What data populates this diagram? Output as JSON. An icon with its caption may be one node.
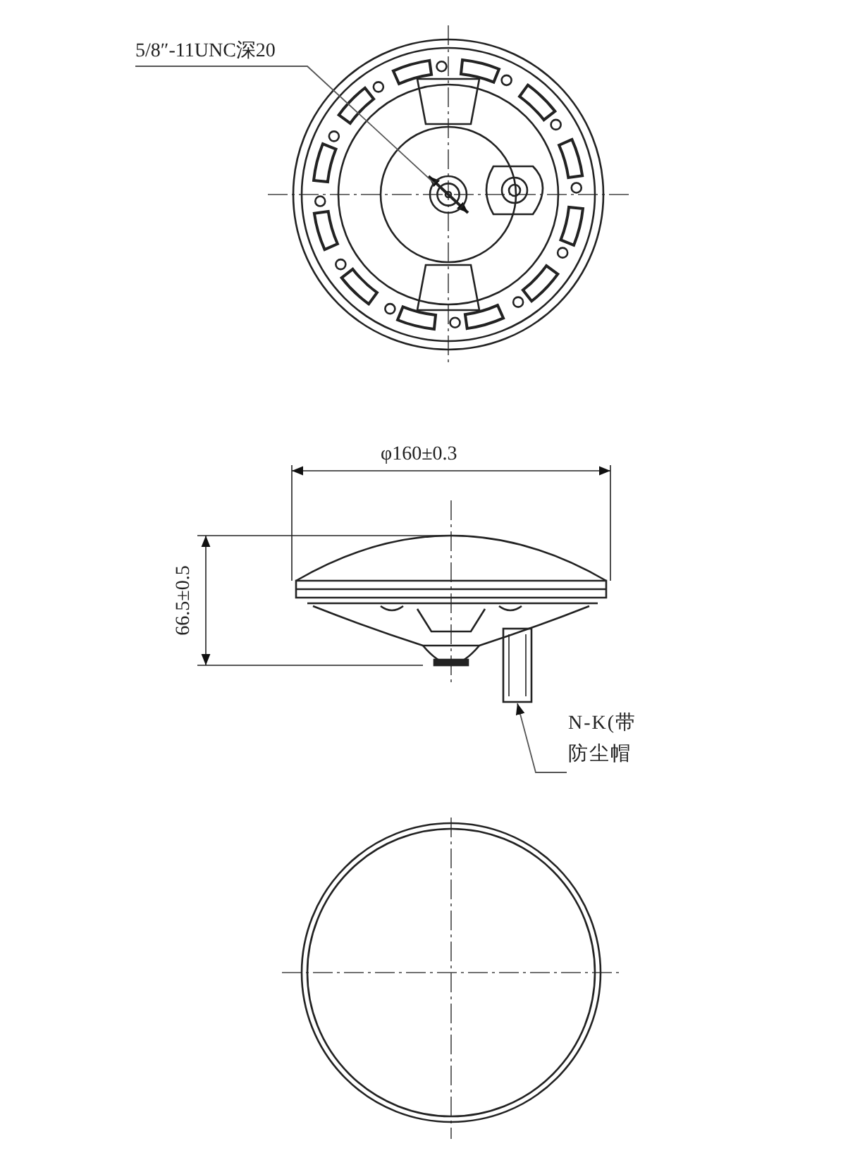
{
  "diagram": {
    "nodes": [
      {
        "text": [
          "5/8″-11UNC深20"
        ]
      },
      {
        "text": [],
        "shape": "circle"
      },
      {
        "text": [
          "N-K(带防尘帽"
        ]
      },
      {
        "text": [],
        "shape": "cylinder"
      }
    ],
    "edges": [
      {
        "from": 0,
        "to": 1,
        "arrow": "none"
      },
      {
        "from": 2,
        "to": 3,
        "arrow": "to"
      }
    ],
    "labels": [
      "φ160±0.3",
      "66.5±0.5"
    ]
  }
}
